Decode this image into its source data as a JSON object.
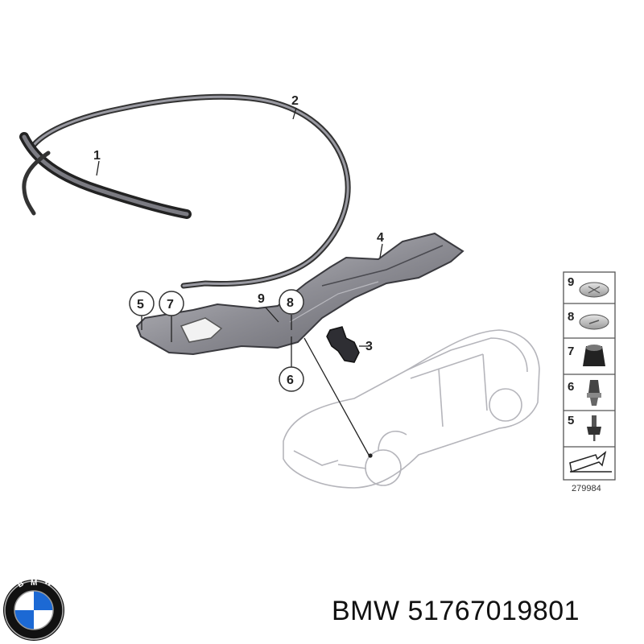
{
  "callouts": [
    "1",
    "2",
    "3",
    "4",
    "5",
    "6",
    "7",
    "8",
    "9"
  ],
  "legend": {
    "items": [
      "9",
      "8",
      "7",
      "6",
      "5"
    ],
    "reference": "279984"
  },
  "logo": {
    "letters": "BMW",
    "colors": {
      "blue": "#1c69d4",
      "ring": "#111111"
    }
  },
  "caption": {
    "brand": "BMW",
    "part_number": "51767019801"
  }
}
